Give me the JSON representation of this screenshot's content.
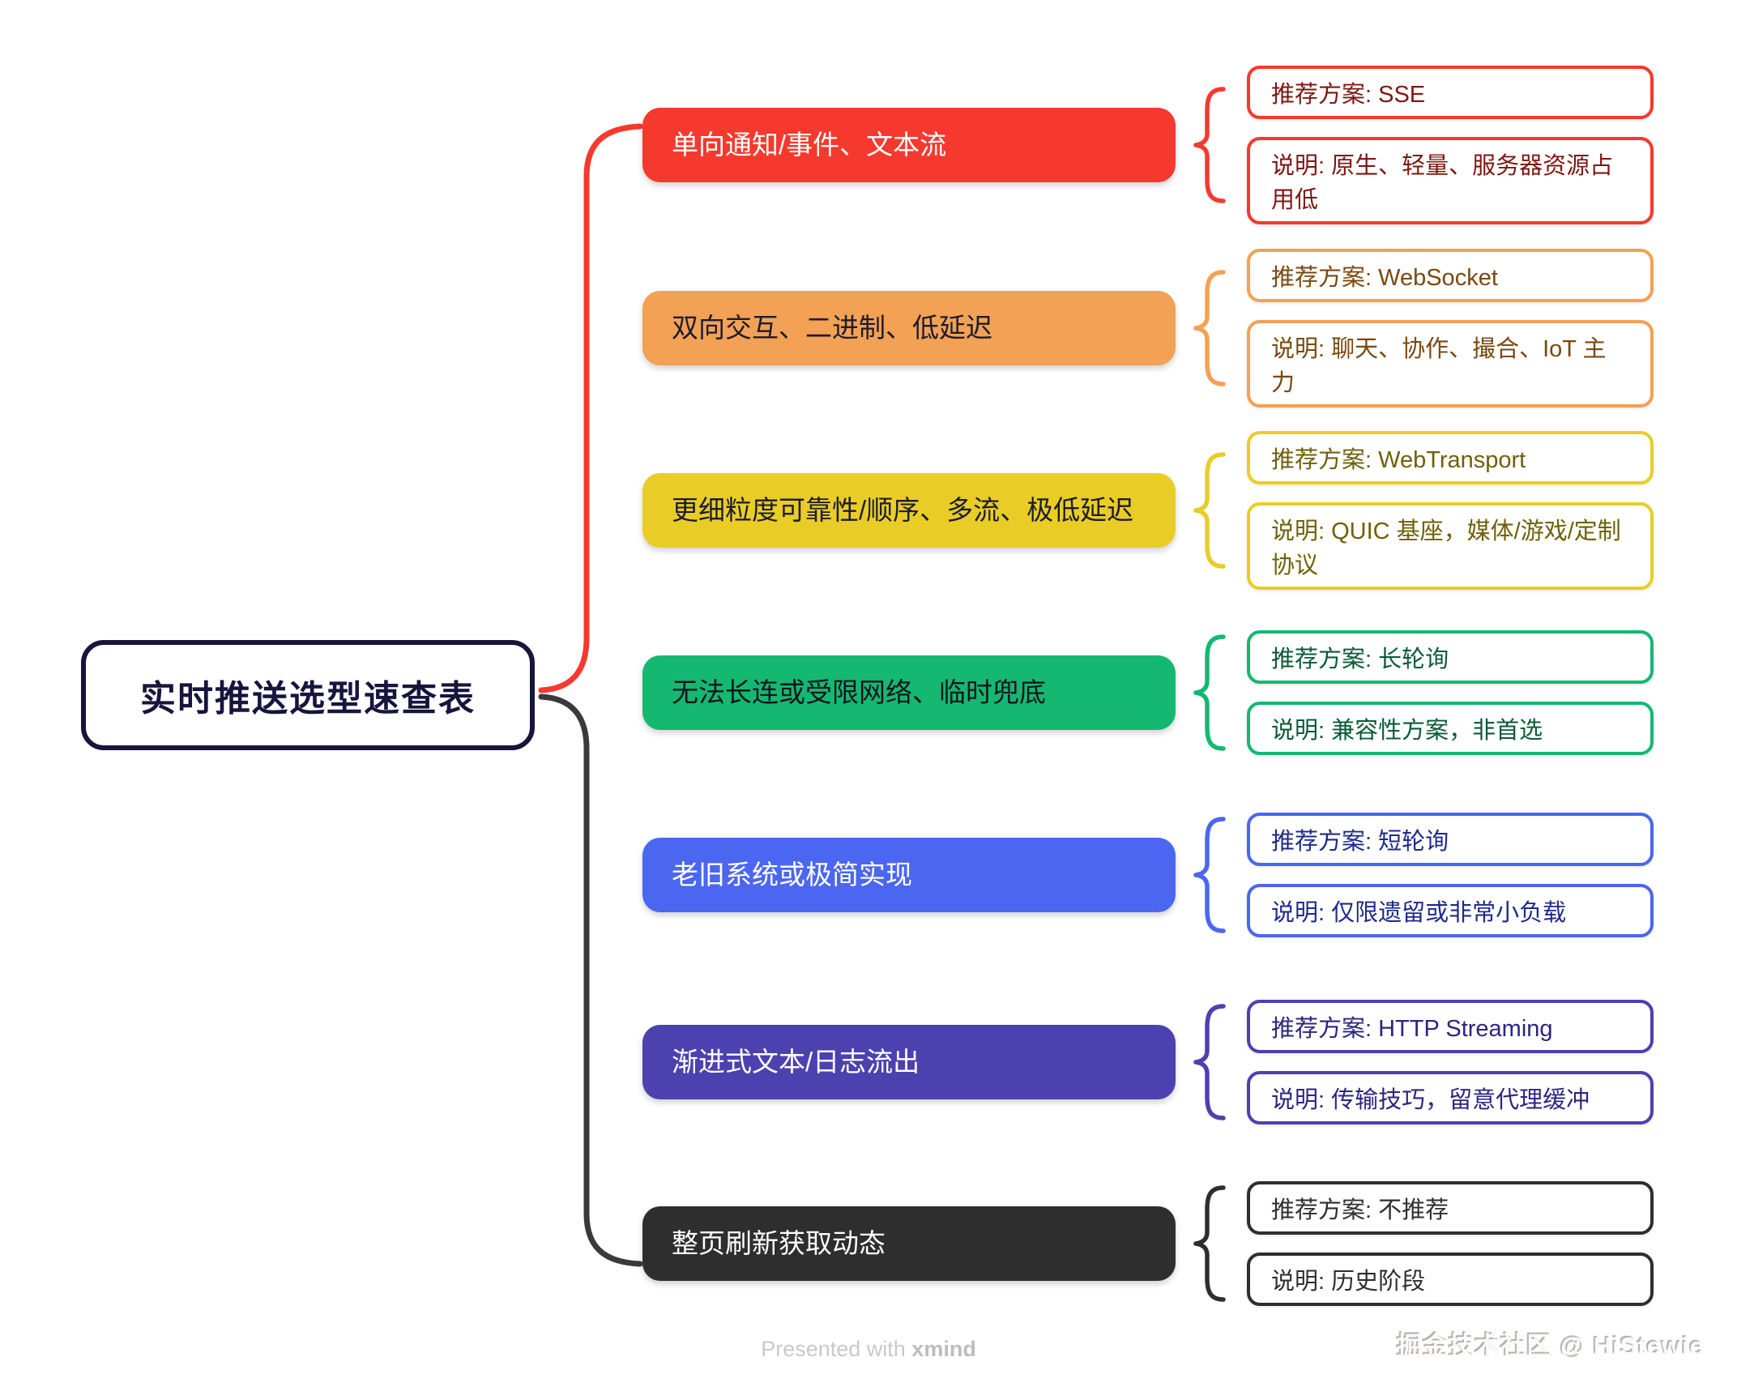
{
  "root": {
    "label": "实时推送选型速查表",
    "border_color": "#16163c",
    "text_color": "#15153d"
  },
  "connectors": {
    "top_color": "#f5392e",
    "bottom_color": "#3a3a3a"
  },
  "branches": [
    {
      "topic": "单向通知/事件、文本流",
      "color": "#f5392e",
      "topic_text": "#ffffff",
      "leaf_text": "#7d1712",
      "recommendation": "推荐方案: SSE",
      "description": "说明: 原生、轻量、服务器资源占用低"
    },
    {
      "topic": "双向交互、二进制、低延迟",
      "color": "#f2a155",
      "topic_text": "#1c1c2e",
      "leaf_text": "#7a480e",
      "recommendation": "推荐方案: WebSocket",
      "description": "说明: 聊天、协作、撮合、IoT 主力"
    },
    {
      "topic": "更细粒度可靠性/顺序、多流、极低延迟",
      "color": "#e9cd26",
      "topic_text": "#1c1c2e",
      "leaf_text": "#6f6009",
      "recommendation": "推荐方案: WebTransport",
      "description": "说明: QUIC 基座，媒体/游戏/定制协议"
    },
    {
      "topic": "无法长连或受限网络、临时兜底",
      "color": "#14b871",
      "topic_text": "#14141e",
      "leaf_text": "#0b5a38",
      "recommendation": "推荐方案: 长轮询",
      "description": "说明: 兼容性方案，非首选"
    },
    {
      "topic": "老旧系统或极简实现",
      "color": "#4b66f0",
      "topic_text": "#ffffff",
      "leaf_text": "#1e2a8a",
      "recommendation": "推荐方案: 短轮询",
      "description": "说明: 仅限遗留或非常小负载"
    },
    {
      "topic": "渐进式文本/日志流出",
      "color": "#4c41ae",
      "topic_text": "#ffffff",
      "leaf_text": "#2c2580",
      "recommendation": "推荐方案: HTTP Streaming",
      "description": "说明: 传输技巧，留意代理缓冲"
    },
    {
      "topic": "整页刷新获取动态",
      "color": "#2e2e2e",
      "topic_text": "#ffffff",
      "leaf_text": "#2e2e2e",
      "recommendation": "推荐方案: 不推荐",
      "description": "说明: 历史阶段"
    }
  ],
  "footer": {
    "presented_prefix": "Presented with ",
    "presented_brand": "xmind",
    "watermark": "掘金技术社区 @ HiStewie"
  }
}
